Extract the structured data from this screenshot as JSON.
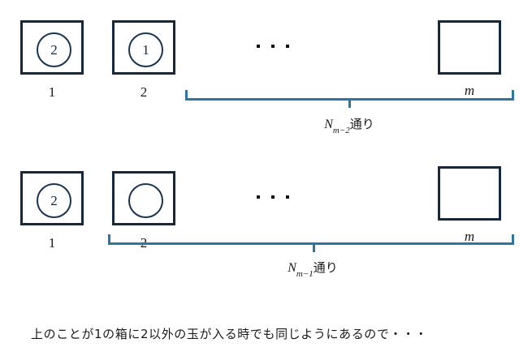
{
  "figure": {
    "title_text": "",
    "colors": {
      "box_border": "#14293d",
      "ball_border": "#1b3550",
      "brace": "#2e75a0",
      "text": "#1a1a1a",
      "background": "#ffffff"
    }
  },
  "rows": [
    {
      "id": "row-upper",
      "boxes": [
        {
          "label": "1",
          "ball": true,
          "ball_value": "2"
        },
        {
          "label": "2",
          "ball": true,
          "ball_value": "1"
        },
        {
          "label": "m",
          "ball": false,
          "ball_value": ""
        }
      ],
      "ellipsis": "· · ·",
      "brace_caption": {
        "var": "N",
        "subscript": "m−2",
        "suffix": "通り",
        "full": "N_{m-2}通り"
      }
    },
    {
      "id": "row-lower",
      "boxes": [
        {
          "label": "1",
          "ball": true,
          "ball_value": "2"
        },
        {
          "label": "2",
          "ball": true,
          "ball_value": ""
        },
        {
          "label": "m",
          "ball": false,
          "ball_value": ""
        }
      ],
      "ellipsis": "· · ·",
      "brace_caption": {
        "var": "N",
        "subscript": "m−1",
        "suffix": "通り",
        "full": "N_{m-1}通り"
      }
    }
  ],
  "caption": {
    "text": "上のことが1の箱に2以外の玉が入る時でも同じようにあるので・・・"
  }
}
